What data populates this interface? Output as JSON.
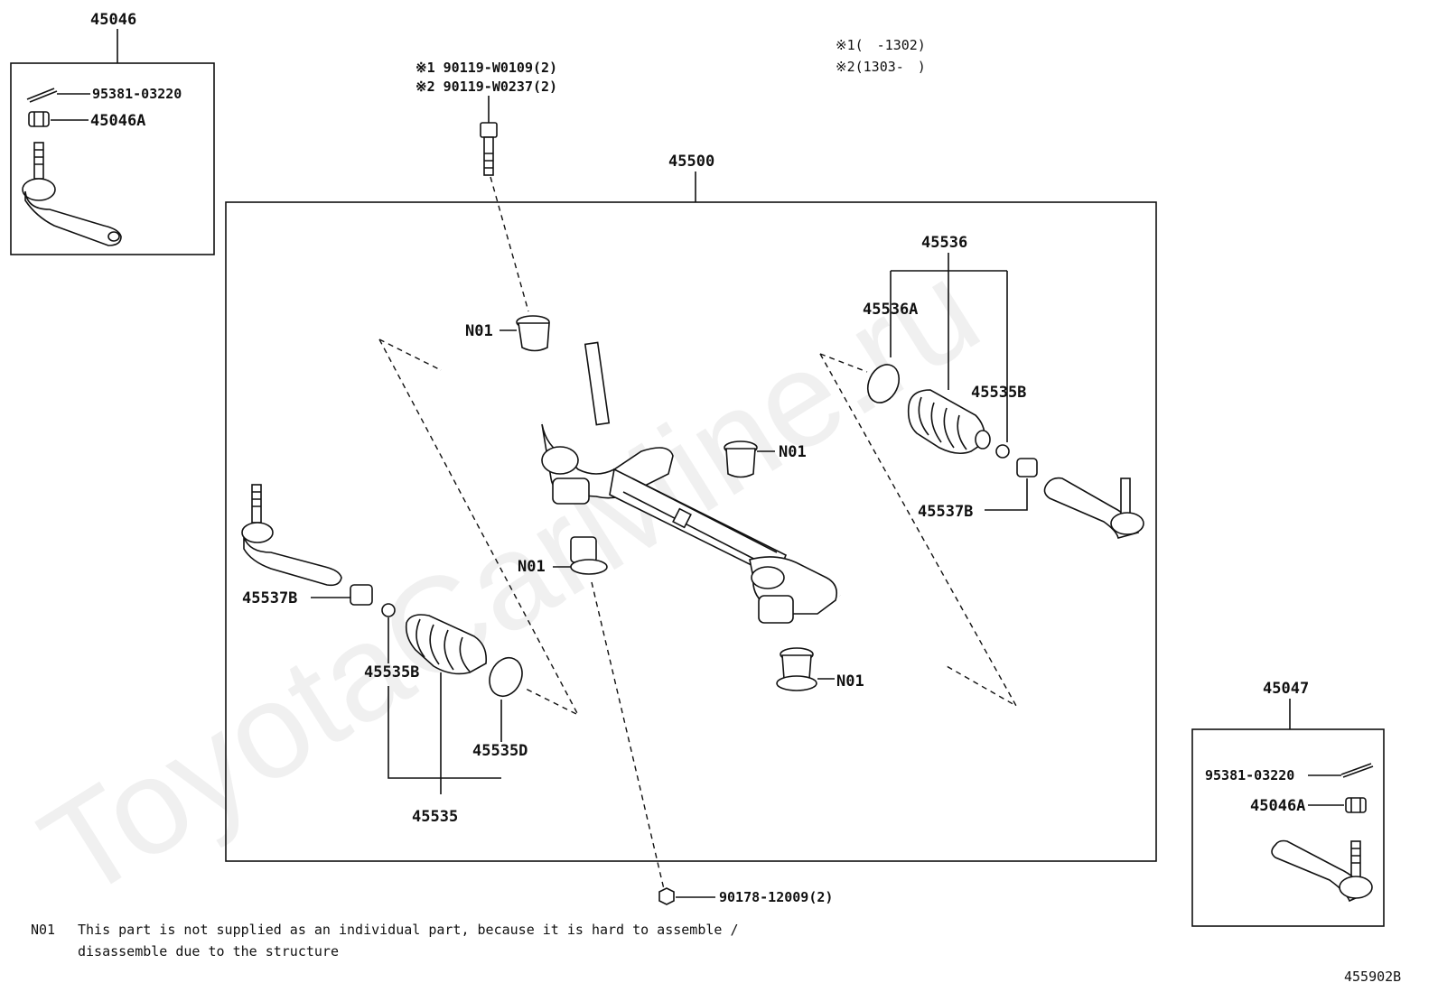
{
  "watermark": "ToyotaCarMine.ru",
  "diagram_code": "455902B",
  "variants": {
    "v1": "※1(　-1302)",
    "v2": "※2(1303-　)"
  },
  "bolt": {
    "line1": "※1 90119-W0109(2)",
    "line2": "※2 90119-W0237(2)"
  },
  "assembly_label": "45500",
  "nut_bottom": "90178-12009(2)",
  "footnote": {
    "code": "N01",
    "line1": "This part is not supplied as an individual part, because it is hard to assemble /",
    "line2": "disassemble due to the structure"
  },
  "left_box": {
    "title": "45046",
    "pin": "95381-03220",
    "nut": "45046A"
  },
  "right_box": {
    "title": "45047",
    "pin": "95381-03220",
    "nut": "45046A"
  },
  "labels": {
    "n01_top": "N01",
    "n01_right": "N01",
    "n01_mid": "N01",
    "n01_bottom": "N01",
    "r_boot_kit": "45536",
    "r_band": "45536A",
    "r_clip": "45535B",
    "r_nut": "45537B",
    "l_nut": "45537B",
    "l_clip": "45535B",
    "l_band": "45535D",
    "l_boot_kit": "45535"
  }
}
